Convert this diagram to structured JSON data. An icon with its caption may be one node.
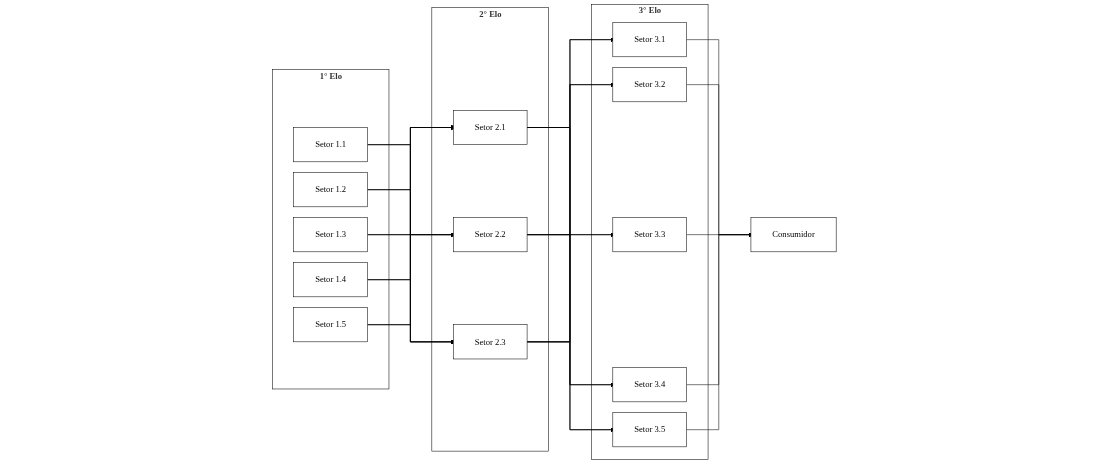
{
  "diagram": {
    "nodes": [
      {
        "text": [
          "1° Elo"
        ]
      },
      {
        "text": [
          "Setor 1.1"
        ],
        "in": 0
      },
      {
        "text": [
          "Setor 1.2"
        ],
        "in": 0
      },
      {
        "text": [
          "Setor 1.3"
        ],
        "in": 0
      },
      {
        "text": [
          "Setor 1.4"
        ],
        "in": 0
      },
      {
        "text": [
          "Setor 1.5"
        ],
        "in": 0
      },
      {
        "text": [
          "2° Elo"
        ]
      },
      {
        "text": [
          "Setor 2.1"
        ],
        "in": 6
      },
      {
        "text": [
          "Setor 2.2"
        ],
        "in": 6
      },
      {
        "text": [
          "Setor 2.3"
        ],
        "in": 6
      },
      {
        "text": [
          "3° Elo"
        ]
      },
      {
        "text": [
          "Setor 3.1"
        ],
        "in": 10
      },
      {
        "text": [
          "Setor 3.2"
        ],
        "in": 10
      },
      {
        "text": [
          "Setor 3.3"
        ],
        "in": 10
      },
      {
        "text": [
          "Setor 3.4"
        ],
        "in": 10
      },
      {
        "text": [
          "Setor 3.5"
        ],
        "in": 10
      },
      {
        "text": [
          "Consumidor"
        ]
      }
    ],
    "edges": [
      {
        "from": 1,
        "to": 7,
        "arrow": "to"
      },
      {
        "from": 1,
        "to": 8,
        "arrow": "to"
      },
      {
        "from": 1,
        "to": 9,
        "arrow": "to"
      },
      {
        "from": 2,
        "to": 7,
        "arrow": "to"
      },
      {
        "from": 2,
        "to": 8,
        "arrow": "to"
      },
      {
        "from": 2,
        "to": 9,
        "arrow": "to"
      },
      {
        "from": 3,
        "to": 7,
        "arrow": "to"
      },
      {
        "from": 3,
        "to": 8,
        "arrow": "to"
      },
      {
        "from": 3,
        "to": 9,
        "arrow": "to"
      },
      {
        "from": 4,
        "to": 7,
        "arrow": "to"
      },
      {
        "from": 4,
        "to": 8,
        "arrow": "to"
      },
      {
        "from": 4,
        "to": 9,
        "arrow": "to"
      },
      {
        "from": 5,
        "to": 7,
        "arrow": "to"
      },
      {
        "from": 5,
        "to": 8,
        "arrow": "to"
      },
      {
        "from": 5,
        "to": 9,
        "arrow": "to"
      },
      {
        "from": 7,
        "to": 11,
        "arrow": "to"
      },
      {
        "from": 7,
        "to": 12,
        "arrow": "to"
      },
      {
        "from": 7,
        "to": 13,
        "arrow": "to"
      },
      {
        "from": 7,
        "to": 14,
        "arrow": "to"
      },
      {
        "from": 7,
        "to": 15,
        "arrow": "to"
      },
      {
        "from": 8,
        "to": 11,
        "arrow": "to"
      },
      {
        "from": 8,
        "to": 12,
        "arrow": "to"
      },
      {
        "from": 8,
        "to": 13,
        "arrow": "to"
      },
      {
        "from": 8,
        "to": 14,
        "arrow": "to"
      },
      {
        "from": 8,
        "to": 15,
        "arrow": "to"
      },
      {
        "from": 9,
        "to": 11,
        "arrow": "to"
      },
      {
        "from": 9,
        "to": 12,
        "arrow": "to"
      },
      {
        "from": 9,
        "to": 13,
        "arrow": "to"
      },
      {
        "from": 9,
        "to": 14,
        "arrow": "to"
      },
      {
        "from": 9,
        "to": 15,
        "arrow": "to"
      },
      {
        "from": 11,
        "to": 16,
        "arrow": "to"
      },
      {
        "from": 12,
        "to": 16,
        "arrow": "to"
      },
      {
        "from": 13,
        "to": 16,
        "arrow": "to"
      },
      {
        "from": 14,
        "to": 16,
        "arrow": "to"
      },
      {
        "from": 15,
        "to": 16,
        "arrow": "to"
      }
    ]
  }
}
